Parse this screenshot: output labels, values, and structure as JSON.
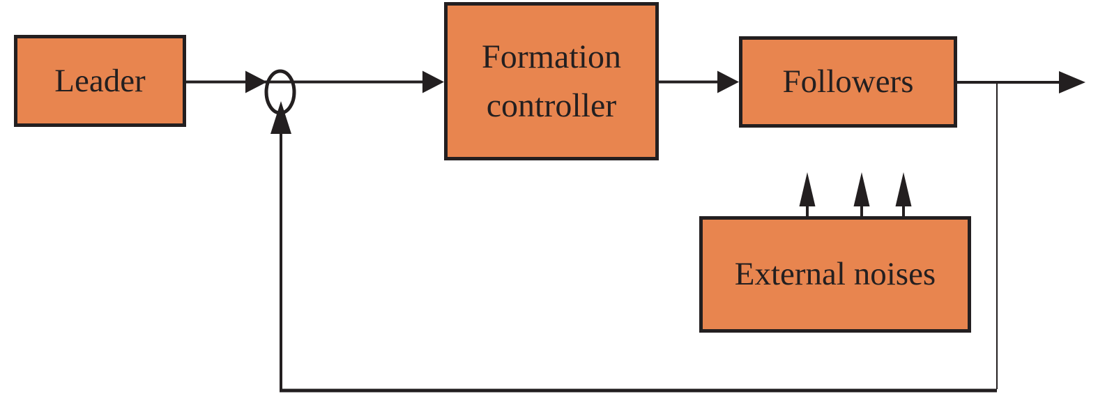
{
  "figure": {
    "type": "block-diagram",
    "colors": {
      "background": "#FFFFFF",
      "node_fill": "#E8854F",
      "stroke": "#231F20",
      "text": "#231F20"
    },
    "nodes": {
      "leader": {
        "label": "Leader"
      },
      "formation_controller": {
        "label": "Formation controller",
        "line1": "Formation",
        "line2": "controller"
      },
      "followers": {
        "label": "Followers"
      },
      "external_noises": {
        "label": "External noises"
      }
    },
    "junction": {
      "shape": "ellipse",
      "label": ""
    },
    "connections": [
      {
        "from": "Leader",
        "to": "summing junction",
        "style": "arrow"
      },
      {
        "from": "summing junction",
        "to": "Formation controller",
        "style": "arrow"
      },
      {
        "from": "Formation controller",
        "to": "Followers",
        "style": "arrow"
      },
      {
        "from": "Followers",
        "to": "output",
        "style": "arrow"
      },
      {
        "from": "output branch",
        "to": "summing junction",
        "style": "feedback-loop-arrow"
      },
      {
        "from": "External noises",
        "to": "Followers path",
        "style": "three-up-arrows"
      }
    ]
  }
}
